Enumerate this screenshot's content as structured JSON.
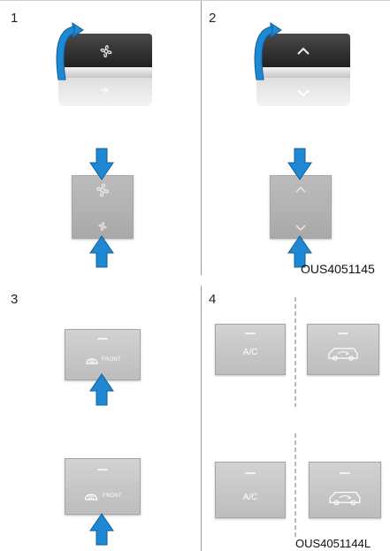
{
  "panels": [
    {
      "number": "1"
    },
    {
      "number": "2"
    },
    {
      "number": "3"
    },
    {
      "number": "4"
    }
  ],
  "image_codes": {
    "top": "OUS4051145",
    "bottom": "OUS4051144L"
  },
  "buttons": {
    "front_label": "FRONT",
    "ac_label": "A/C"
  },
  "colors": {
    "arrow_blue": "#1e88d2",
    "panel_gray": "#c6c6c6",
    "divider": "#9a9a9a"
  },
  "icons": [
    "fan-icon",
    "chevron-up-icon",
    "chevron-down-icon",
    "defrost-icon",
    "car-recirculation-icon",
    "arrow-icon"
  ]
}
